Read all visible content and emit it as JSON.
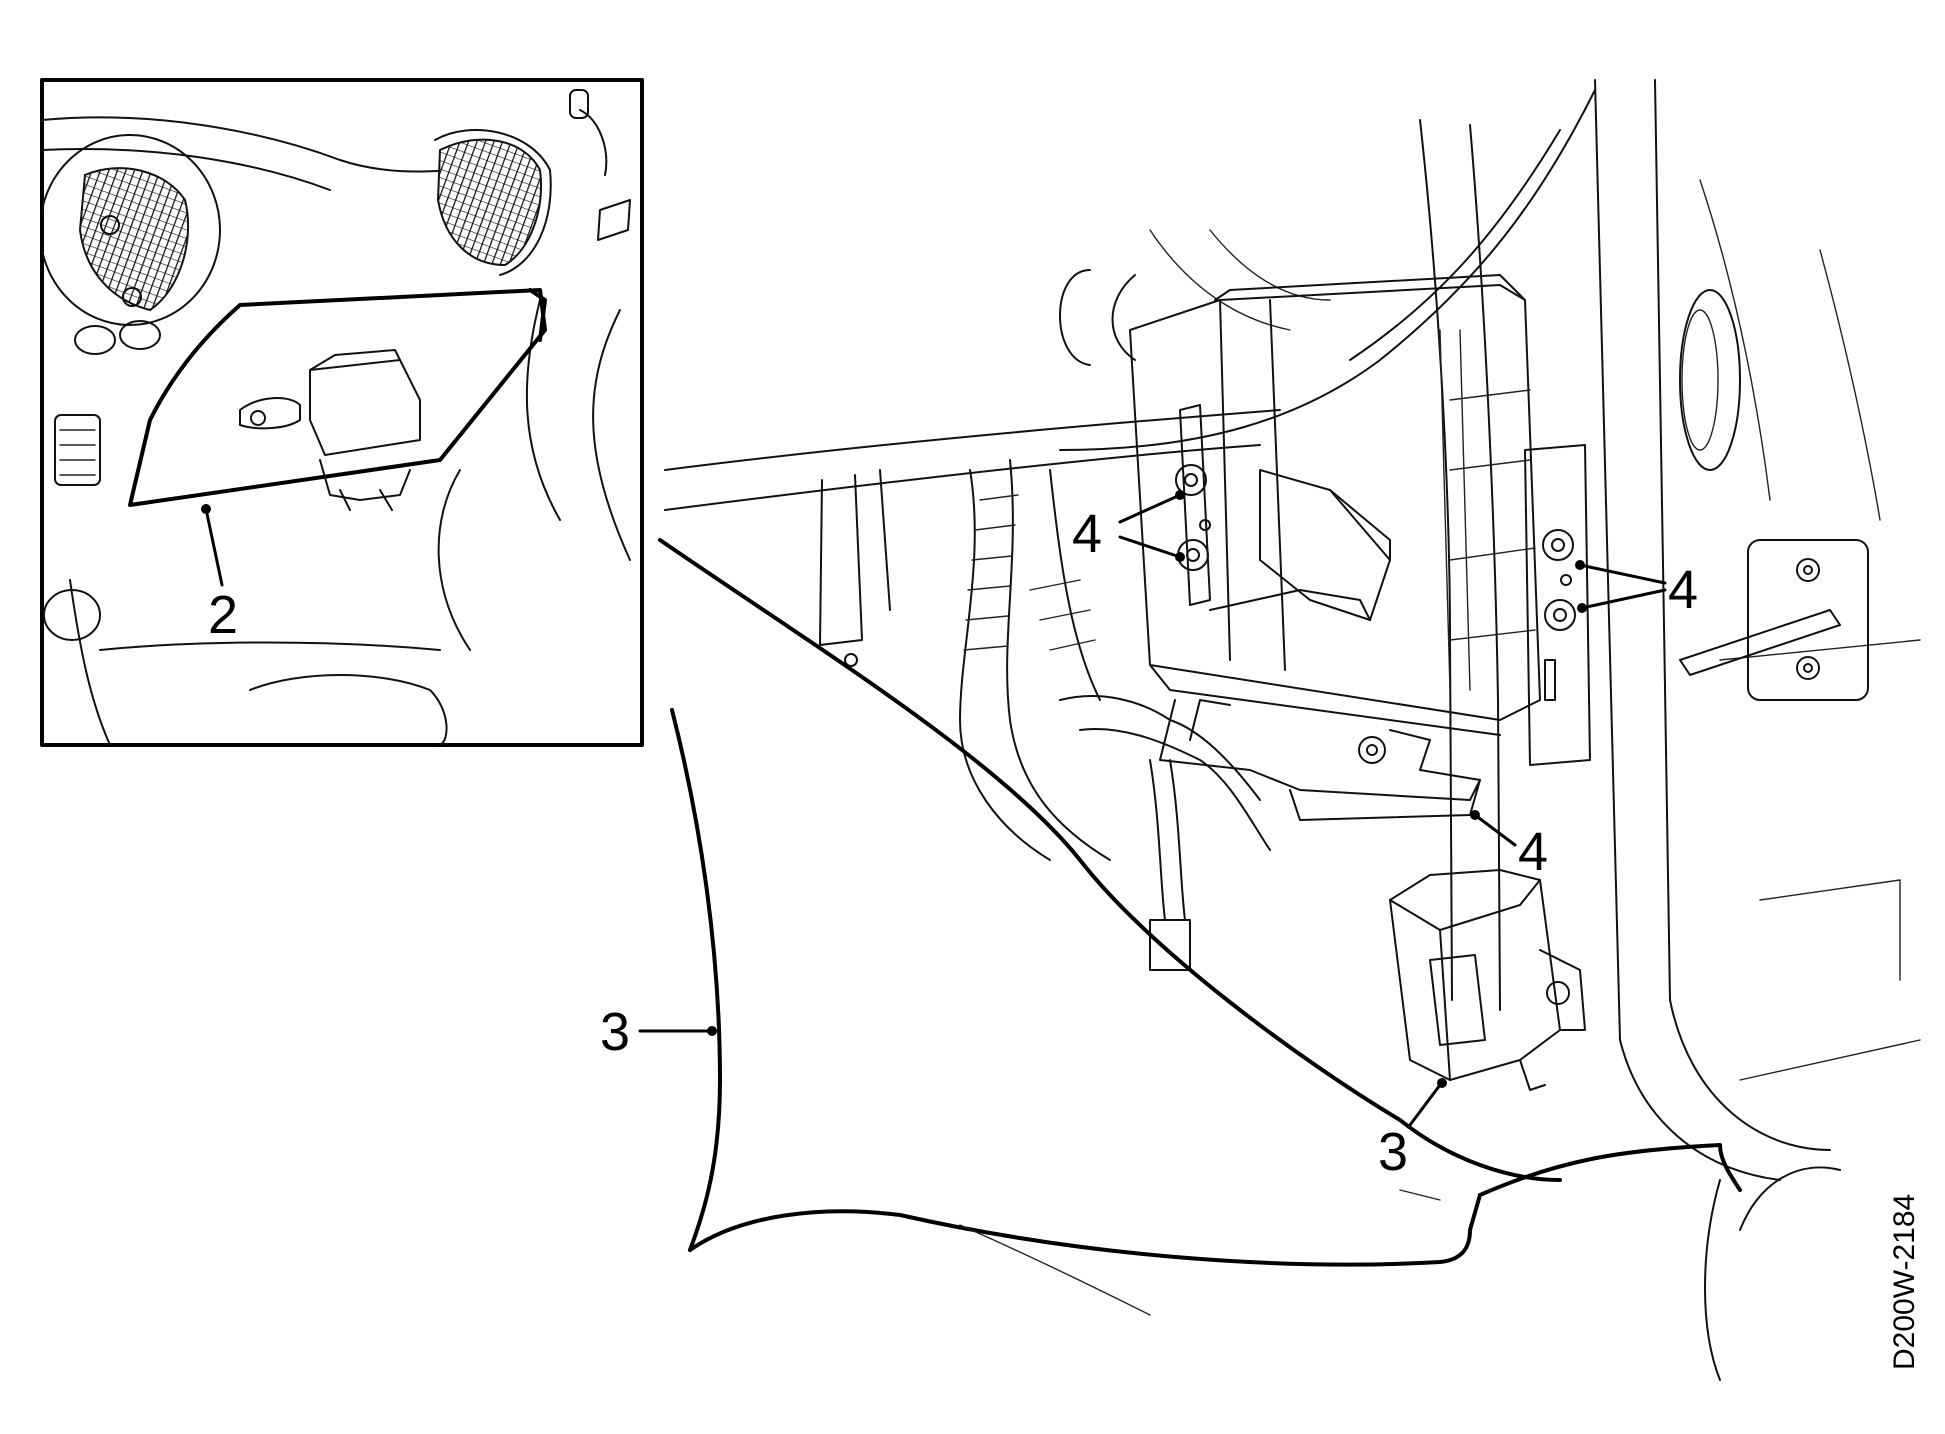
{
  "figure_ref": "D200W-2184",
  "callouts": {
    "glovebox_panel": "2",
    "lower_trim_panel": "3",
    "control_module": "3",
    "nut_upper_left": "4",
    "nut_right": "4",
    "nut_lower_bracket": "4"
  }
}
